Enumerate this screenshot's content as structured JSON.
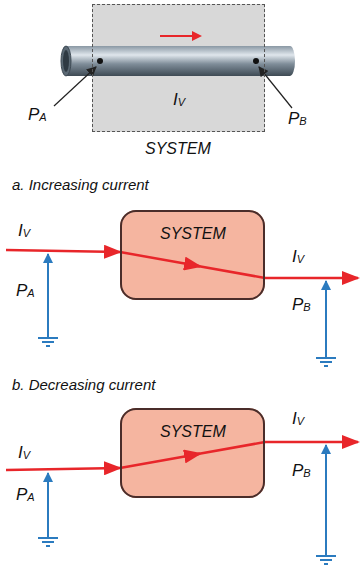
{
  "diagram": {
    "nodes": [
      {
        "text": [
          "IV",
          "SYSTEM"
        ]
      },
      {
        "text": [
          "SYSTEM"
        ]
      },
      {
        "text": [
          "SYSTEM"
        ]
      }
    ],
    "labels": [
      "PA",
      "PB",
      "a. Increasing current",
      "IV",
      "PA",
      "IV",
      "PB",
      "b. Decreasing current",
      "IV",
      "PA",
      "IV",
      "PB"
    ]
  }
}
